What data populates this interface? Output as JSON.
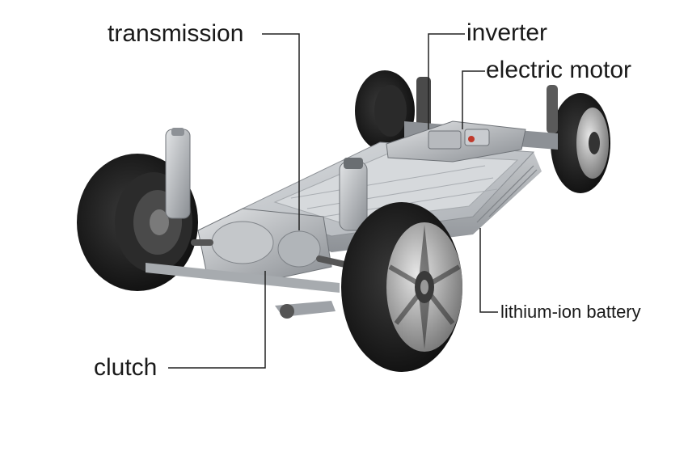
{
  "labels": {
    "transmission": "transmission",
    "inverter": "inverter",
    "electric_motor": "electric motor",
    "lithium_ion_battery": "lithium-ion battery",
    "clutch": "clutch"
  },
  "colors": {
    "text": "#1a1a1a",
    "leader_line": "#222222",
    "tire": "#1c1c1c",
    "rim": "#3a3a3a",
    "battery_tray": "#b9bcc0",
    "battery_top": "#d4d7da",
    "metal": "#9ea2a7"
  }
}
